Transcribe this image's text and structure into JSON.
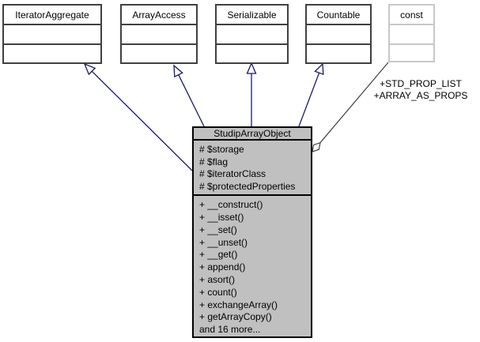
{
  "diagram": {
    "kind": "uml-class-inheritance-diagram",
    "interfaces": [
      {
        "name": "IteratorAggregate"
      },
      {
        "name": "ArrayAccess"
      },
      {
        "name": "Serializable"
      },
      {
        "name": "Countable"
      }
    ],
    "const_box": {
      "name": "const"
    },
    "class": {
      "name": "StudipArrayObject",
      "attributes": [
        "# $storage",
        "# $flag",
        "# $iteratorClass",
        "# $protectedProperties"
      ],
      "methods": [
        "+ __construct()",
        "+ __isset()",
        "+ __set()",
        "+ __unset()",
        "+ __get()",
        "+ append()",
        "+ asort()",
        "+ count()",
        "+ exchangeArray()",
        "+ getArrayCopy()",
        "and 16 more..."
      ]
    },
    "edge_labels": [
      "+STD_PROP_LIST",
      "+ARRAY_AS_PROPS"
    ],
    "colors": {
      "inheritance_edge": "#191970",
      "usage_edge": "#404040",
      "class_fill": "#c0c0c0",
      "box_border": "#404040",
      "muted_border": "#c8c8c8"
    }
  }
}
